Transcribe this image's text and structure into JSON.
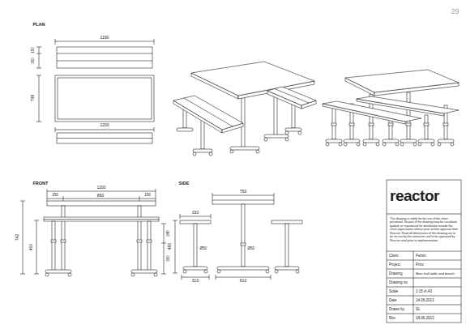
{
  "diagram": {
    "labels": [
      "29",
      "PLAN",
      "1190",
      "150",
      "300",
      "796",
      "1200",
      "FRONT",
      "1200",
      "150",
      "890",
      "150",
      "742",
      "450",
      "300",
      "245",
      "SIDE",
      "750",
      "330",
      "480",
      "Ø50",
      "310",
      "610",
      "Ø50",
      "reactor",
      "This drawing is solely for the use of the client personnel. No part of the drawing may be circulated, quoted, or reproduced for distribution outside the client organisation without prior written approval from Reactor. Read all dimensions of this drawing are to be set out by the contractor and to be approved by Reactor retail prior to implementation",
      "Client",
      "Fenim",
      "Project",
      "Frinc",
      "Drawing",
      "Beer hall table and bench",
      "Drawing no",
      "Scale",
      "1:15 in A3",
      "Date",
      "14.06.2013",
      "Drawn by",
      "SL",
      "Rev",
      "18.06.2013"
    ]
  }
}
